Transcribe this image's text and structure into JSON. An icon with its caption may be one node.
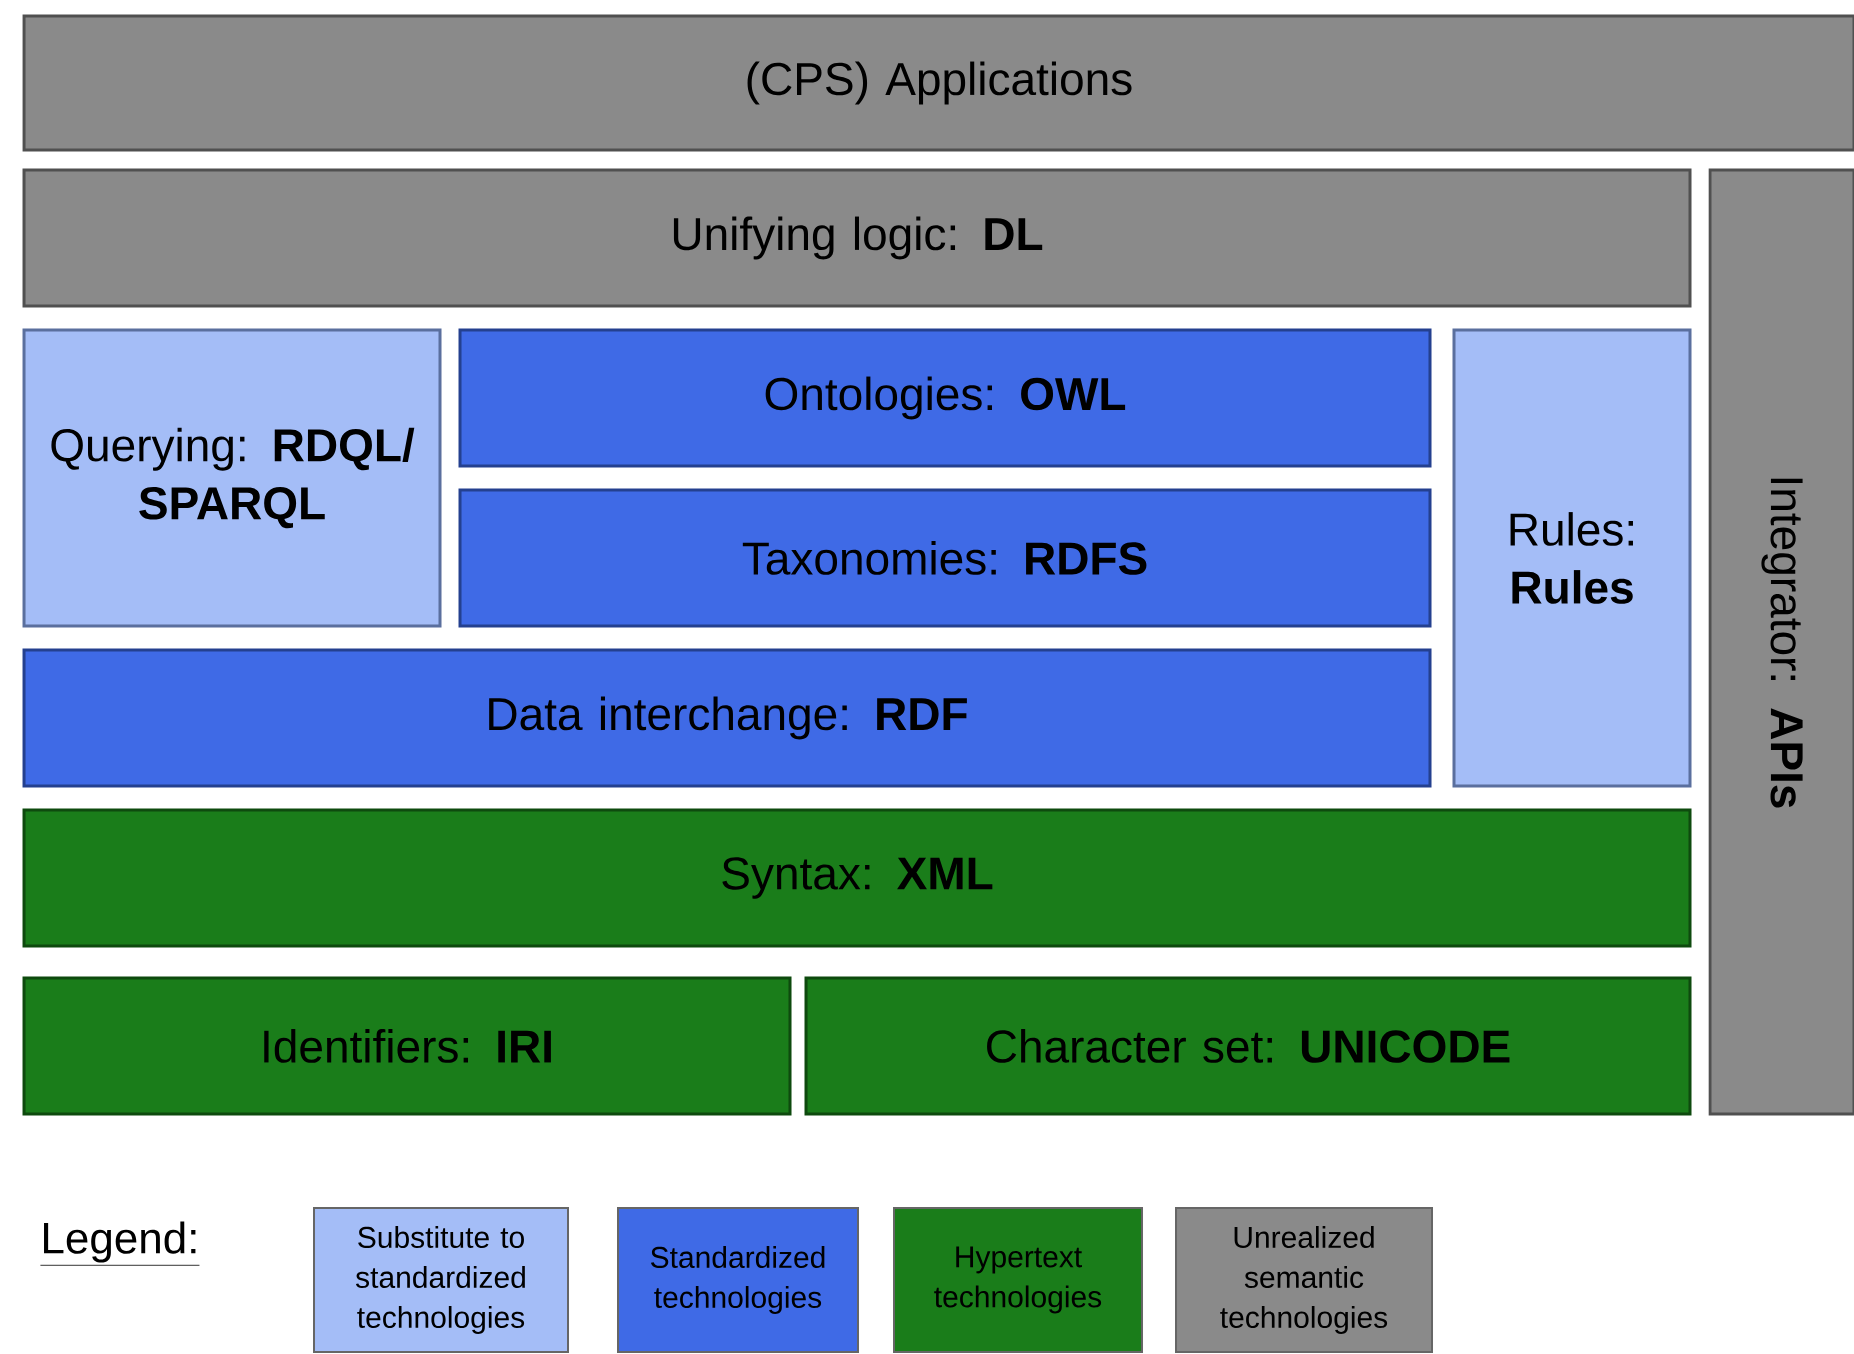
{
  "diagram": {
    "nodes": [
      {
        "text": [
          "(CPS) Applications"
        ]
      },
      {
        "text": [
          "Unifying logic: **DL**"
        ]
      },
      {
        "text": [
          "Querying: **RDQL/ SPARQL**"
        ]
      },
      {
        "text": [
          "Ontologies: **OWL**"
        ]
      },
      {
        "text": [
          "Taxonomies: **RDFS**"
        ]
      },
      {
        "text": [
          "Rules: **Rules**"
        ]
      },
      {
        "text": [
          "Data interchange: **RDF**"
        ]
      },
      {
        "text": [
          "Syntax: **XML**"
        ]
      },
      {
        "text": [
          "Integrator: **APIs**"
        ]
      },
      {
        "text": [
          "Identifiers: **IRI**"
        ]
      },
      {
        "text": [
          "Character set: **UNICODE**"
        ]
      }
    ],
    "edges": [],
    "labels": [
      "Legend:"
    ],
    "legend": [
      {
        "text": "Substitute to standardized technologies",
        "color": "#a4bdf7"
      },
      {
        "text": "Standardized technologies",
        "color": "#3f6ae6"
      },
      {
        "text": "Hypertext technologies",
        "color": "#1a7d1a"
      },
      {
        "text": "Unrealized semantic technologies",
        "color": "#8a8a8a"
      }
    ]
  }
}
